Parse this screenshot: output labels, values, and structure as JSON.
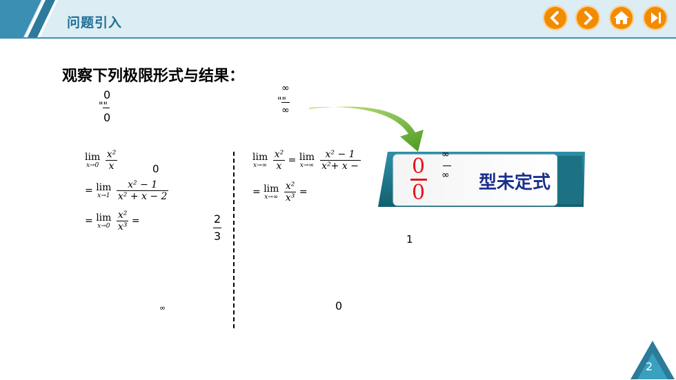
{
  "header": {
    "title": "问题引入",
    "nav": [
      {
        "name": "prev-button",
        "icon": "chevron-left-icon"
      },
      {
        "name": "next-button",
        "icon": "chevron-right-icon"
      },
      {
        "name": "home-button",
        "icon": "home-icon"
      },
      {
        "name": "end-button",
        "icon": "skip-end-icon"
      }
    ]
  },
  "colors": {
    "accent": "#3a8fb2",
    "nav": "#f28b00",
    "title": "#1f6f96",
    "callout_text": "#1a2f8c",
    "zero_red": "#e8141b"
  },
  "content": {
    "heading": "观察下列极限形式与结果：",
    "form_zero": {
      "num": "0",
      "den": "0",
      "quote": "\"\""
    },
    "form_inf": {
      "num": "∞",
      "den": "∞",
      "quote": "\"\""
    },
    "left": {
      "lim_top": "lim",
      "sub0": "x→0",
      "sub1": "x→1",
      "x2": "x²",
      "x": "x",
      "value0": "0",
      "eq": "=",
      "num2": "x² − 1",
      "den2": "x² + x − 2",
      "den3": "x³",
      "frac_23_num": "2",
      "frac_23_den": "3",
      "inf_small": "∞"
    },
    "right": {
      "subinf": "x→∞",
      "num2": "x² − 1",
      "den2": "x²+ x −",
      "inf_mark": "∞",
      "value1": "1",
      "value0": "0"
    }
  },
  "callout": {
    "label": "型未定式",
    "zero": "0",
    "inf": "∞"
  },
  "page_number": "2"
}
